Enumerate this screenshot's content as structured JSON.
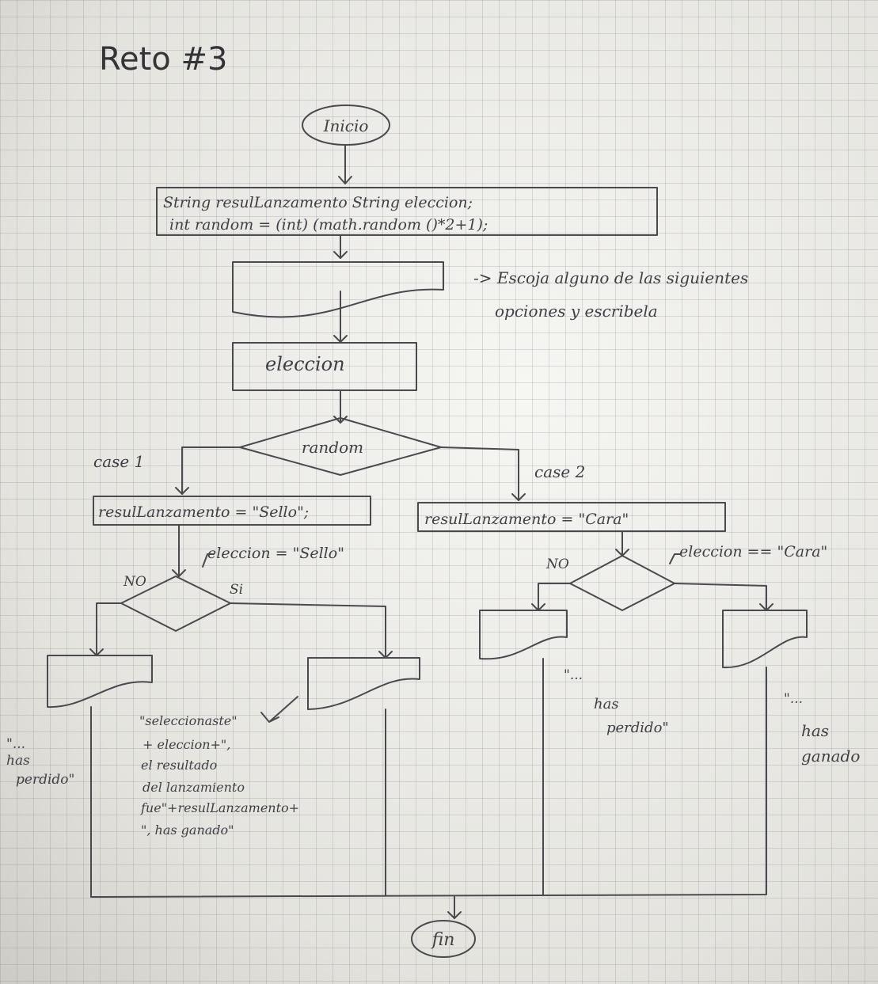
{
  "title": "Reto #3",
  "start": "Inicio",
  "declarations": {
    "line1": "String resulLanzamento String eleccion;",
    "line2": "int random = (int) (math.random ()*2+1);"
  },
  "prompt_note": {
    "line1": "-> Escoja alguno de las siguientes",
    "line2": "opciones y escribela"
  },
  "input_box": "eleccion",
  "switch_var": "random",
  "case1_label": "case 1",
  "case2_label": "case 2",
  "assign_case1": "resulLanzamento = \"Sello\";",
  "assign_case2": "resulLanzamento = \"Cara\"",
  "cond_left": "eleccion = \"Sello\"",
  "cond_right": "eleccion == \"Cara\"",
  "left_no": "NO",
  "left_si": "Si",
  "right_no": "NO",
  "out_left_no": {
    "line1": "\"...",
    "line2": "has",
    "line3": "perdido\""
  },
  "out_left_si": {
    "line1": "\"seleccionaste\"",
    "line2": "+ eleccion+\",",
    "line3": "el resultado",
    "line4": "del lanzamiento",
    "line5": "fue\"+resulLanzamento+",
    "line6": "\", has ganado\""
  },
  "out_right_no": {
    "line1": "\"...",
    "line2": "has",
    "line3": "perdido\""
  },
  "out_right_si": {
    "line1": "\"...",
    "line2": "has",
    "line3": "ganado"
  },
  "end": "fin"
}
